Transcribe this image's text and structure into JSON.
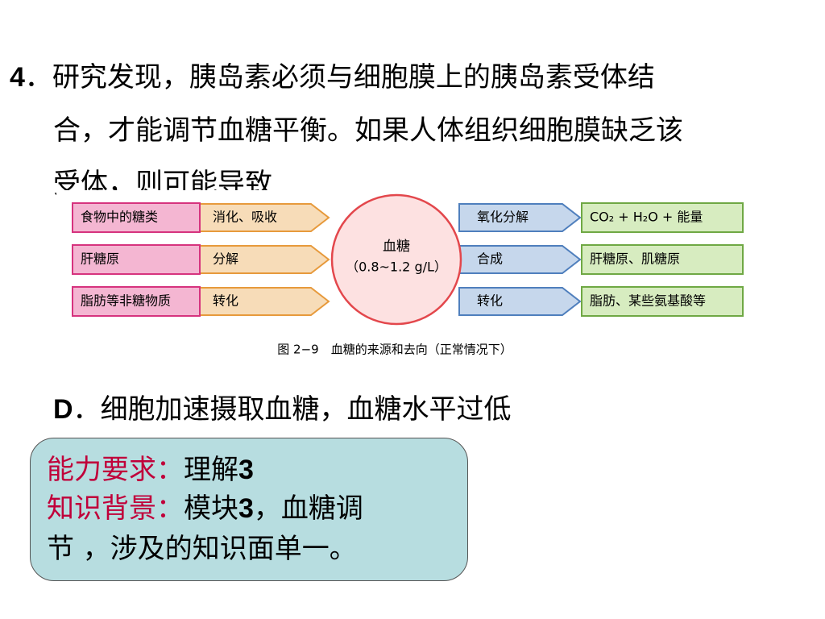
{
  "question": {
    "number": "4",
    "sep": "．",
    "line1": "研究发现，胰岛素必须与细胞膜上的胰岛素受体结",
    "line2": "合，才能调节血糖平衡。如果人体组织细胞膜缺乏该",
    "line3": "受体，则可能导致"
  },
  "option_d": {
    "letter": "D",
    "sep": "．",
    "text": "细胞加速摄取血糖，血糖水平过低"
  },
  "figure": {
    "sources": [
      "食物中的糖类",
      "肝糖原",
      "脂肪等非糖物质"
    ],
    "source_processes": [
      "消化、吸收",
      "分解",
      "转化"
    ],
    "center_title": "血糖",
    "center_value": "（0.8~1.2 g/L）",
    "sink_processes": [
      "氧化分解",
      "合成",
      "转化"
    ],
    "sinks": [
      "CO₂ + H₂O + 能量",
      "肝糖原、肌糖原",
      "脂肪、某些氨基酸等"
    ],
    "caption": "图 2−9　血糖的来源和去向（正常情况下）",
    "colors": {
      "source_fill": "#f4b6d2",
      "source_border": "#d6337e",
      "source_arrow": "#f7dcb8",
      "arrow_border": "#e79a3c",
      "circle_fill": "#fde1e1",
      "circle_border": "#e3474c",
      "sink_arrow": "#c6d7ec",
      "sink_arrow_border": "#4f7fbd",
      "sink_fill": "#d7ecc0",
      "sink_border": "#6fa844"
    }
  },
  "note": {
    "ability_label": "能力要求：",
    "ability_value": "理解",
    "ability_level": "3",
    "knowledge_label": "知识背景：",
    "knowledge_value_a": "模块",
    "knowledge_module": "3",
    "knowledge_value_b": "，血糖调",
    "knowledge_line2": "节 ，涉及的知识面单一。"
  }
}
